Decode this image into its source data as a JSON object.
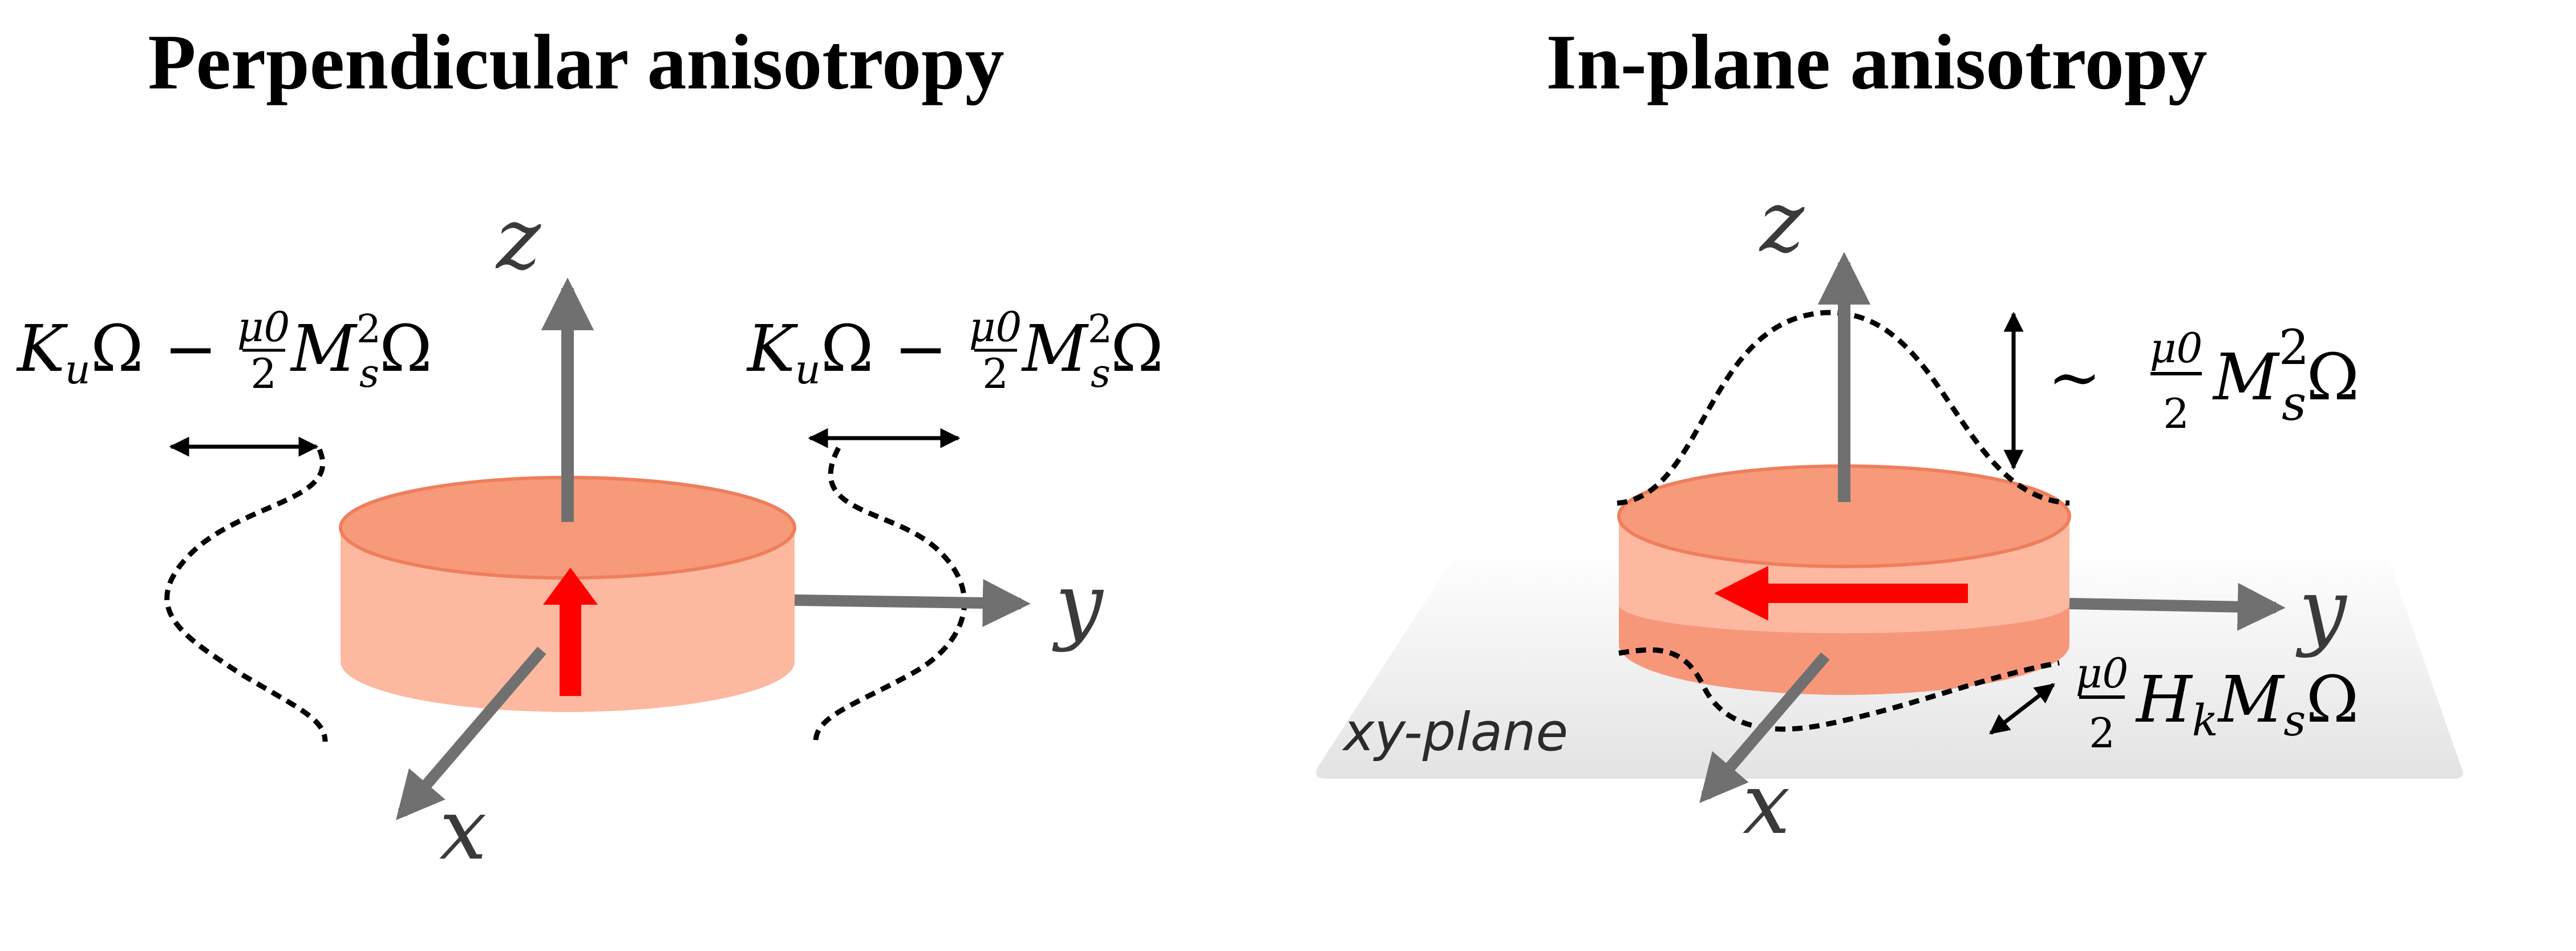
{
  "left_panel": {
    "title": "Perpendicular anisotropy",
    "axis_z": "z",
    "axis_y": "y",
    "axis_x": "x",
    "energy_left": {
      "pre": "K",
      "sub": "u",
      "mid": "Ω − ",
      "frac_num": "μ0",
      "frac_den": "2",
      "post": "M",
      "post_sub": "s",
      "post_sup": "2",
      "tail": "Ω"
    },
    "energy_right": {
      "pre": "K",
      "sub": "u",
      "mid": "Ω − ",
      "frac_num": "μ0",
      "frac_den": "2",
      "post": "M",
      "post_sub": "s",
      "post_sup": "2",
      "tail": "Ω"
    }
  },
  "right_panel": {
    "title": "In-plane anisotropy",
    "axis_z": "z",
    "axis_y": "y",
    "axis_x": "x",
    "plane_label": "xy-plane",
    "barrier_label": {
      "prefix": "∼ ",
      "frac_num": "μ0",
      "frac_den": "2",
      "post": "M",
      "post_sub": "s",
      "post_sup": "2",
      "tail": "Ω"
    },
    "anisotropy_label": {
      "frac_num": "μ0",
      "frac_den": "2",
      "post": "H",
      "post_sub": "k",
      "mid": "M",
      "mid_sub": "s",
      "tail": "Ω"
    }
  },
  "colors": {
    "disk_top": "#f69a7a",
    "disk_side": "#fdb8a0",
    "disk_side_dark": "#f7977a",
    "magnetization": "#ff0000",
    "axis": "#707070"
  }
}
